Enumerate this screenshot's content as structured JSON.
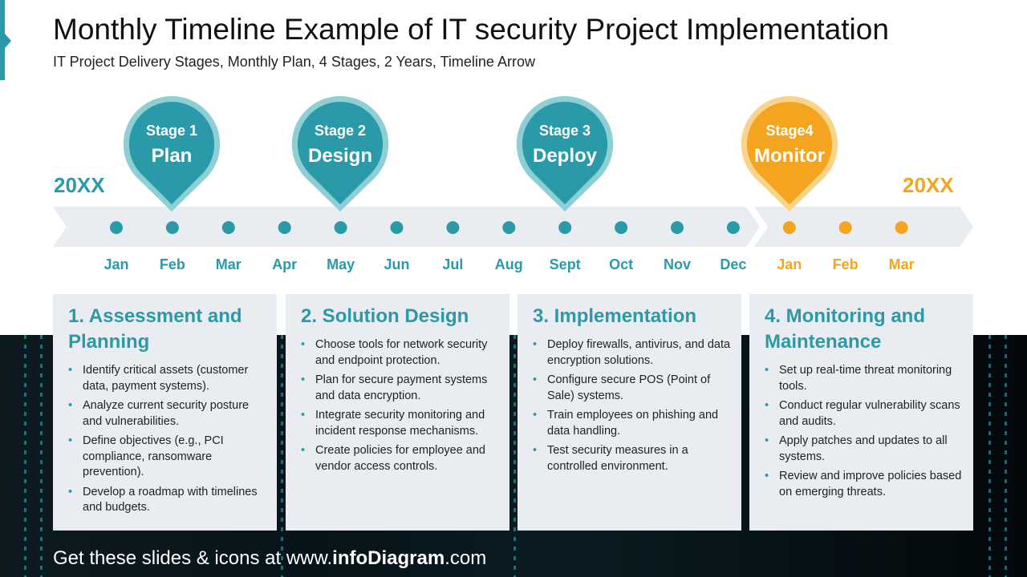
{
  "header": {
    "title": "Monthly Timeline Example of IT security Project Implementation",
    "subtitle": "IT Project Delivery Stages, Monthly Plan, 4 Stages, 2 Years, Timeline Arrow"
  },
  "colors": {
    "teal": "#2a9aa9",
    "teal_ring": "#8ecfd6",
    "orange": "#f4a41e",
    "orange_ring": "#f9d48a",
    "arrow_fill": "#e9ecf0"
  },
  "timeline": {
    "year_start": "20XX",
    "year_end": "20XX",
    "months_year1": [
      "Jan",
      "Feb",
      "Mar",
      "Apr",
      "May",
      "Jun",
      "Jul",
      "Aug",
      "Sept",
      "Oct",
      "Nov",
      "Dec"
    ],
    "months_year2": [
      "Jan",
      "Feb",
      "Mar"
    ]
  },
  "stages": [
    {
      "label": "Stage 1",
      "name": "Plan"
    },
    {
      "label": "Stage  2",
      "name": "Design"
    },
    {
      "label": "Stage 3",
      "name": "Deploy"
    },
    {
      "label": "Stage4",
      "name": "Monitor"
    }
  ],
  "cards": [
    {
      "title": "1. Assessment and Planning",
      "items": [
        "Identify critical assets (customer data, payment systems).",
        "Analyze current security posture and vulnerabilities.",
        "Define objectives (e.g., PCI compliance, ransomware prevention).",
        "Develop a roadmap with timelines and budgets."
      ]
    },
    {
      "title": "2. Solution Design",
      "items": [
        "Choose tools for network security and endpoint protection.",
        "Plan for secure payment systems and data encryption.",
        "Integrate security monitoring and incident response mechanisms.",
        "Create policies for employee and vendor access controls."
      ]
    },
    {
      "title": "3. Implementation",
      "items": [
        "Deploy firewalls, antivirus, and data encryption solutions.",
        "Configure secure POS (Point of Sale) systems.",
        "Train employees on phishing and data handling.",
        "Test security measures in a controlled environment."
      ]
    },
    {
      "title": "4. Monitoring and Maintenance",
      "items": [
        "Set up real-time threat monitoring tools.",
        "Conduct regular vulnerability scans and audits.",
        "Apply patches and updates to all systems.",
        "Review and improve policies based on emerging threats."
      ]
    }
  ],
  "footer": {
    "prefix": "Get these slides & icons at www.",
    "brand": "infoDiagram",
    "suffix": ".com"
  }
}
